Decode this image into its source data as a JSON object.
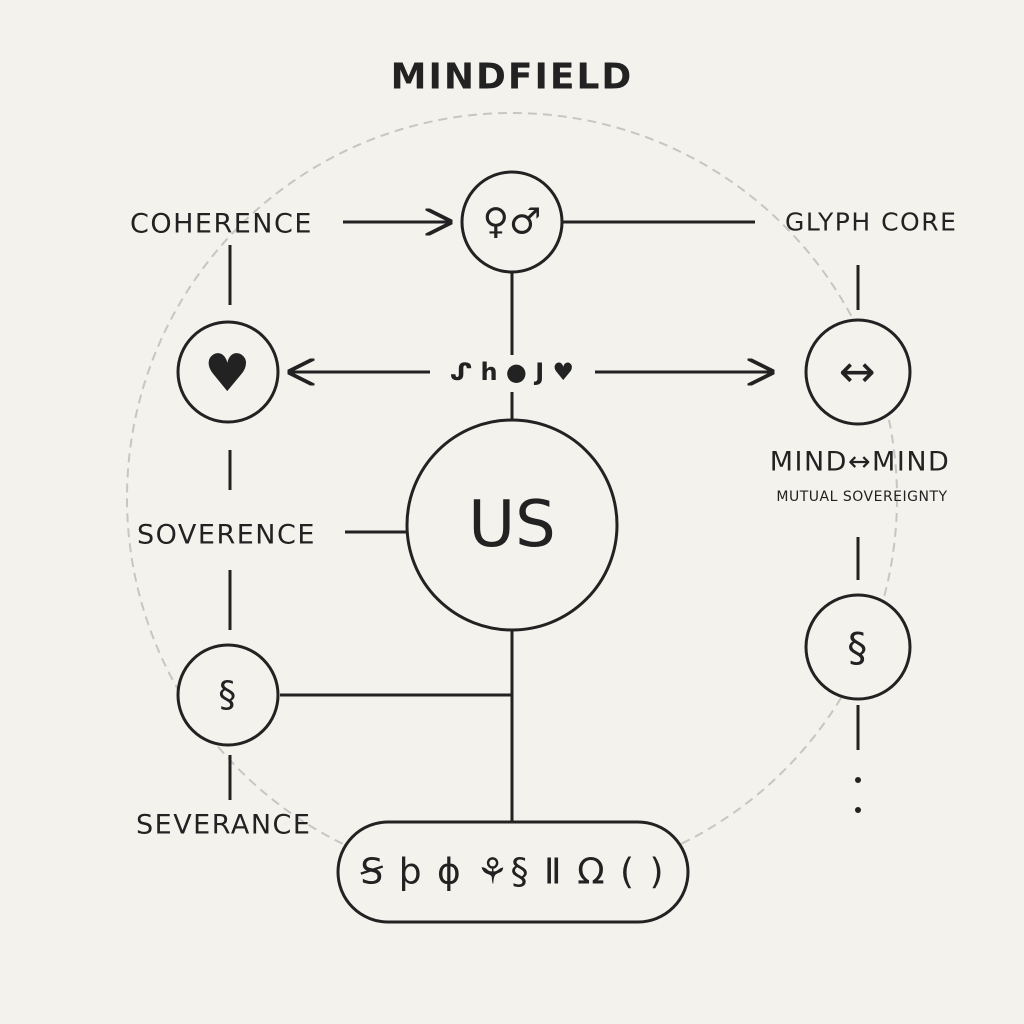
{
  "title": "MINDFIELD",
  "labels": {
    "coherence": "COHERENCE",
    "glyph_core": "GLYPH CORE",
    "soverence": "SOVERENCE",
    "severance": "SEVERANCE",
    "mind_mind": "MIND↔MIND",
    "mutual_sovereignty": "MUTUAL SOVEREIGNTY"
  },
  "nodes": {
    "top_glyphs": "♀♂",
    "heart": "♥",
    "bidirectional": "↔",
    "us": "US",
    "section_left": "§",
    "section_right": "§"
  },
  "glyph_row": "ᔑ h ● J ♥",
  "glyph_string": "Ꞩ ϸ ϕ ⚘§ Ⅱ Ω ( )",
  "colors": {
    "ink": "#222222",
    "background": "#f4f2ed",
    "dashed": "#c8c6c2"
  }
}
